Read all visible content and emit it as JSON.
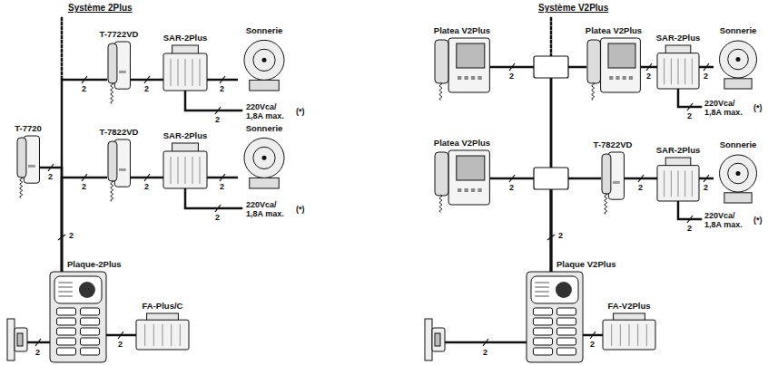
{
  "diagram": {
    "nodes": [
      {
        "text": [
          "T-7720"
        ]
      },
      {
        "text": [
          "T-7722VD"
        ]
      },
      {
        "text": [
          "SAR-2Plus"
        ]
      },
      {
        "text": [
          "Sonnerie"
        ]
      },
      {
        "text": [
          "T-7822VD"
        ]
      },
      {
        "text": [
          "SAR-2Plus"
        ]
      },
      {
        "text": [
          "Sonnerie"
        ]
      },
      {
        "text": [
          "Plaque-2Plus"
        ]
      },
      {
        "text": [
          "FA-Plus/C"
        ]
      },
      {
        "text": [
          "Platea V2Plus"
        ]
      },
      {
        "text": [
          "Platea V2Plus"
        ]
      },
      {
        "text": [
          "SAR-2Plus"
        ]
      },
      {
        "text": [
          "Sonnerie"
        ]
      },
      {
        "text": [
          "Platea V2Plus"
        ]
      },
      {
        "text": [
          "T-7822VD"
        ]
      },
      {
        "text": [
          "SAR-2Plus"
        ]
      },
      {
        "text": [
          "Sonnerie"
        ]
      },
      {
        "text": [
          "Plaque V2Plus"
        ]
      },
      {
        "text": [
          "FA-V2Plus"
        ]
      }
    ],
    "edges": [
      {
        "from": 7,
        "to": 1,
        "arrow": "none",
        "label": "2"
      },
      {
        "from": 7,
        "to": 4,
        "arrow": "none",
        "label": "2"
      },
      {
        "from": 7,
        "to": 0,
        "arrow": "none",
        "label": "2"
      },
      {
        "from": 1,
        "to": 2,
        "arrow": "none",
        "label": "2"
      },
      {
        "from": 2,
        "to": 3,
        "arrow": "none",
        "label": "2"
      },
      {
        "from": 4,
        "to": 5,
        "arrow": "none",
        "label": "2"
      },
      {
        "from": 5,
        "to": 6,
        "arrow": "none",
        "label": "2"
      },
      {
        "from": 7,
        "to": 8,
        "arrow": "none",
        "label": "2"
      },
      {
        "from": 17,
        "to": 9,
        "arrow": "none",
        "label": "2"
      },
      {
        "from": 17,
        "to": 10,
        "arrow": "none"
      },
      {
        "from": 10,
        "to": 11,
        "arrow": "none",
        "label": "2"
      },
      {
        "from": 11,
        "to": 12,
        "arrow": "none",
        "label": "2"
      },
      {
        "from": 17,
        "to": 13,
        "arrow": "none",
        "label": "2"
      },
      {
        "from": 17,
        "to": 14,
        "arrow": "none"
      },
      {
        "from": 14,
        "to": 15,
        "arrow": "none",
        "label": "2"
      },
      {
        "from": 15,
        "to": 16,
        "arrow": "none",
        "label": "2"
      },
      {
        "from": 17,
        "to": 18,
        "arrow": "none",
        "label": "2"
      }
    ],
    "labels": [
      "Système 2Plus",
      "2",
      "220Vca/ 1,8A max.",
      "(*)",
      "2",
      "220Vca/ 1,8A max.",
      "(*)",
      "2",
      "2",
      "Système V2Plus",
      "2",
      "220Vca/ 1,8A max.",
      "(*)",
      "2",
      "220Vca/ 1,8A max.",
      "(*)",
      "2",
      "2"
    ]
  }
}
